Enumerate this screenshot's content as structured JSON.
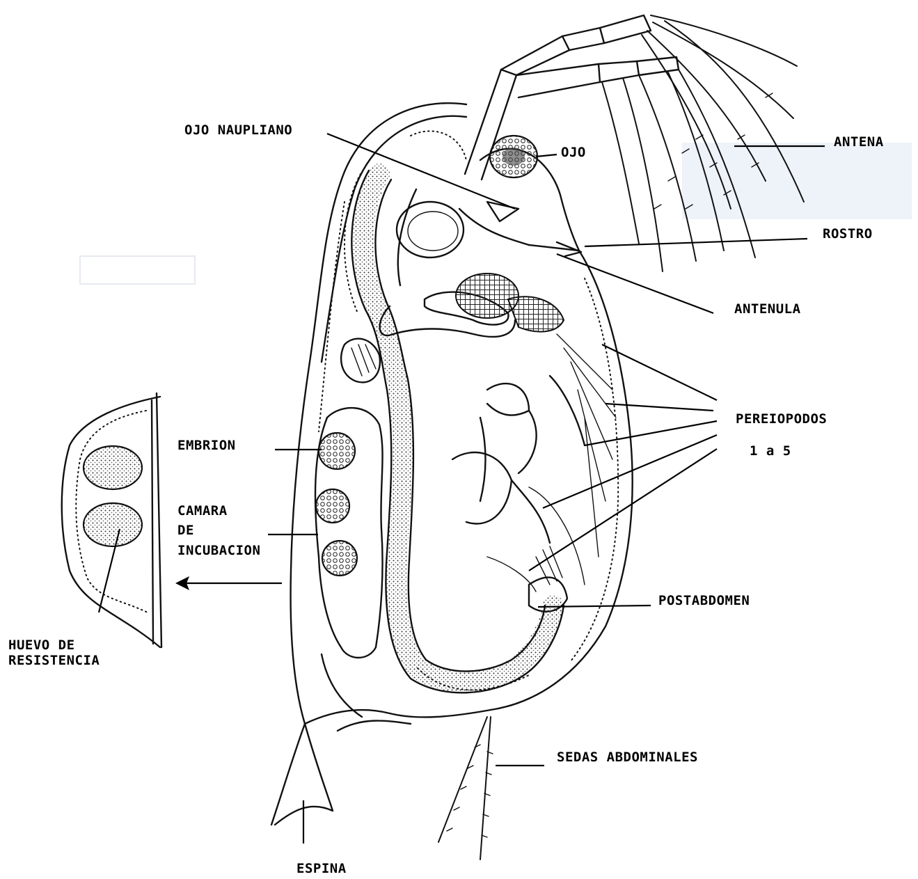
{
  "labels": {
    "ojo_naupliano": "OJO NAUPLIANO",
    "ojo": "OJO",
    "antena": "ANTENA",
    "rostro": "ROSTRO",
    "antenula": "ANTENULA",
    "pereiopodos": "PEREIOPODOS",
    "pereiopodos_range": "1 a 5",
    "embrion": "EMBRION",
    "camara_line1": "CAMARA",
    "camara_line2": "DE",
    "camara_line3": "INCUBACION",
    "huevo_line1": "HUEVO DE",
    "huevo_line2": "RESISTENCIA",
    "postabdomen": "POSTABDOMEN",
    "sedas_abdominales": "SEDAS ABDOMINALES",
    "espina": "ESPINA"
  },
  "colors": {
    "ink": "#111111",
    "background": "#ffffff",
    "wash": "#e9eef7"
  }
}
